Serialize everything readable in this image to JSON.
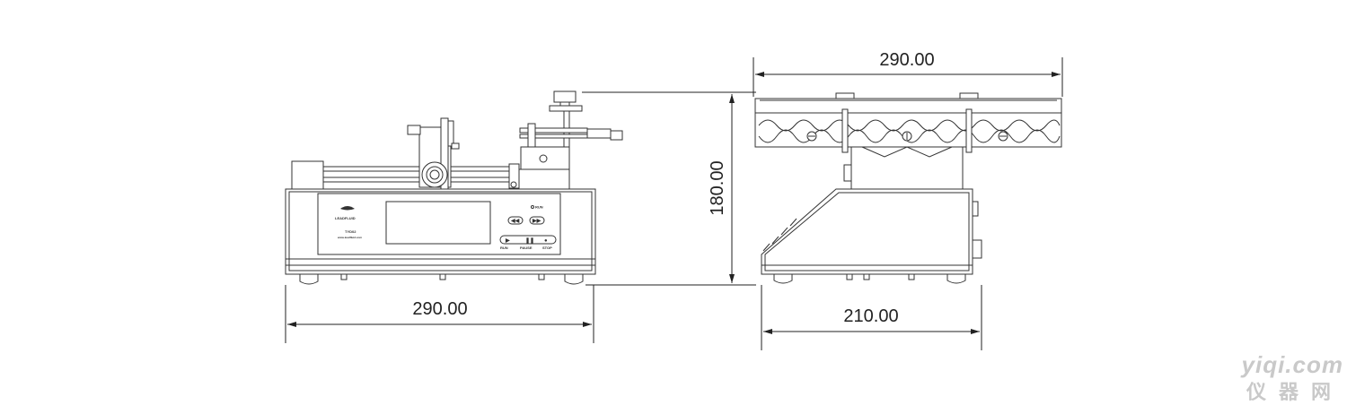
{
  "front_view": {
    "width_dimension": "290.00",
    "panel": {
      "brand": "LEADFLUID",
      "model": "TYD02",
      "website": "www.leadfluid.com",
      "run_label": "RUN",
      "pause_label": "PAUSE",
      "stop_label": "STOP",
      "top_indicator_label": "RUN"
    }
  },
  "side_view": {
    "top_width_dimension": "290.00",
    "height_dimension": "180.00",
    "base_width_dimension": "210.00"
  },
  "watermark": {
    "line1": "yiqi.com",
    "line2": "仪器网"
  }
}
